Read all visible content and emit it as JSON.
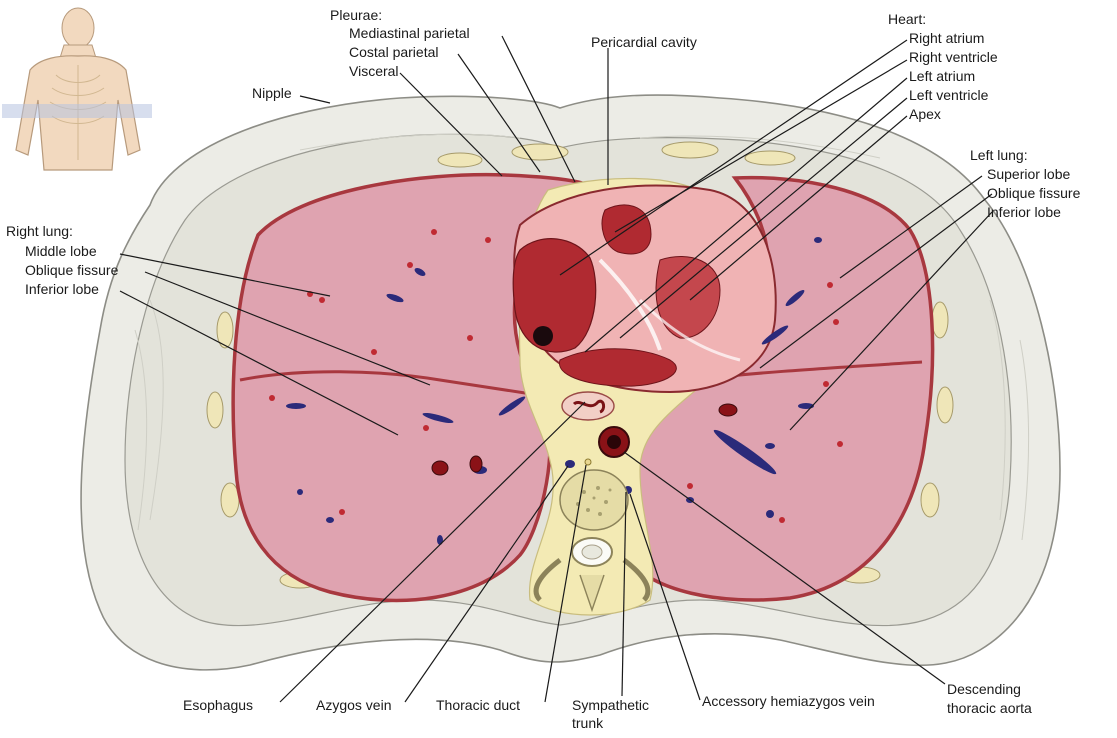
{
  "diagram": {
    "pleurae": {
      "heading": "Pleurae:",
      "items": [
        "Mediastinal parietal",
        "Costal parietal",
        "Visceral"
      ]
    },
    "pericardial_cavity": "Pericardial cavity",
    "nipple": "Nipple",
    "heart": {
      "heading": "Heart:",
      "items": [
        "Right atrium",
        "Right ventricle",
        "Left atrium",
        "Left ventricle",
        "Apex"
      ]
    },
    "right_lung": {
      "heading": "Right lung:",
      "items": [
        "Middle lobe",
        "Oblique fissure",
        "Inferior lobe"
      ]
    },
    "left_lung": {
      "heading": "Left lung:",
      "items": [
        "Superior lobe",
        "Oblique fissure",
        "Inferior lobe"
      ]
    },
    "bottom": {
      "esophagus": "Esophagus",
      "azygos": "Azygos vein",
      "thoracic_duct": "Thoracic duct",
      "sympathetic_1": "Sympathetic",
      "sympathetic_2": "trunk",
      "accessory": "Accessory hemiazygos vein",
      "descending_1": "Descending",
      "descending_2": "thoracic aorta"
    },
    "colors": {
      "lung": "#dfa3b0",
      "lung_edge": "#a8383f",
      "heart": "#f0b3b4",
      "heart_dark": "#a31f26",
      "tissue": "#e4e4dc",
      "fat": "#f3eab4",
      "vein": "#2b2a7a"
    }
  }
}
